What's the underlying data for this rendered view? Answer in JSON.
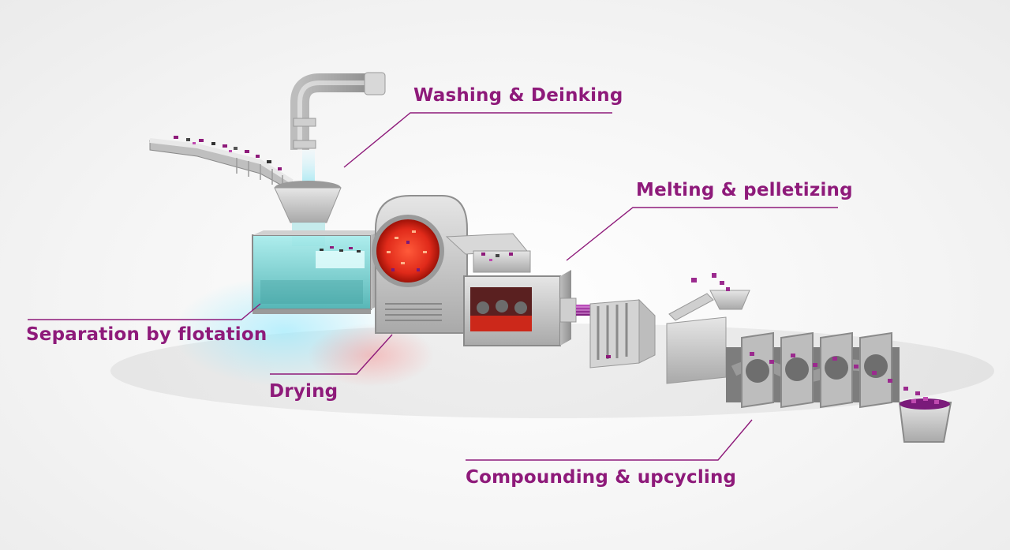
{
  "stages": {
    "washing": "Washing & Deinking",
    "melting": "Melting & pelletizing",
    "separation": "Separation by flotation",
    "drying": "Drying",
    "compounding": "Compounding & upcycling"
  },
  "colors": {
    "accent": "#8e1a7a",
    "machine": "#c8c8c8",
    "water": "#7fd3d3",
    "heat": "#e02a1a",
    "pellet": "#9b2a8e"
  }
}
